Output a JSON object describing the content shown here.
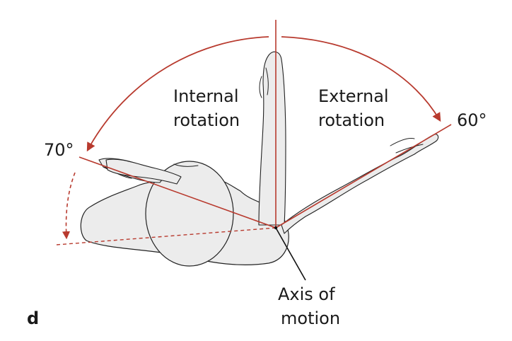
{
  "labels": {
    "internal_line1": "Internal",
    "internal_line2": "rotation",
    "external_line1": "External",
    "external_line2": "rotation",
    "angle_left": "70°",
    "angle_right": "60°",
    "axis_line1": "Axis of",
    "axis_line2": "motion",
    "panel_letter": "d"
  },
  "angles": {
    "internal_rotation_deg": 70,
    "external_rotation_deg": 60
  },
  "colors": {
    "accent": "#b83a2e",
    "outline": "#222222",
    "fill": "#ececec"
  }
}
